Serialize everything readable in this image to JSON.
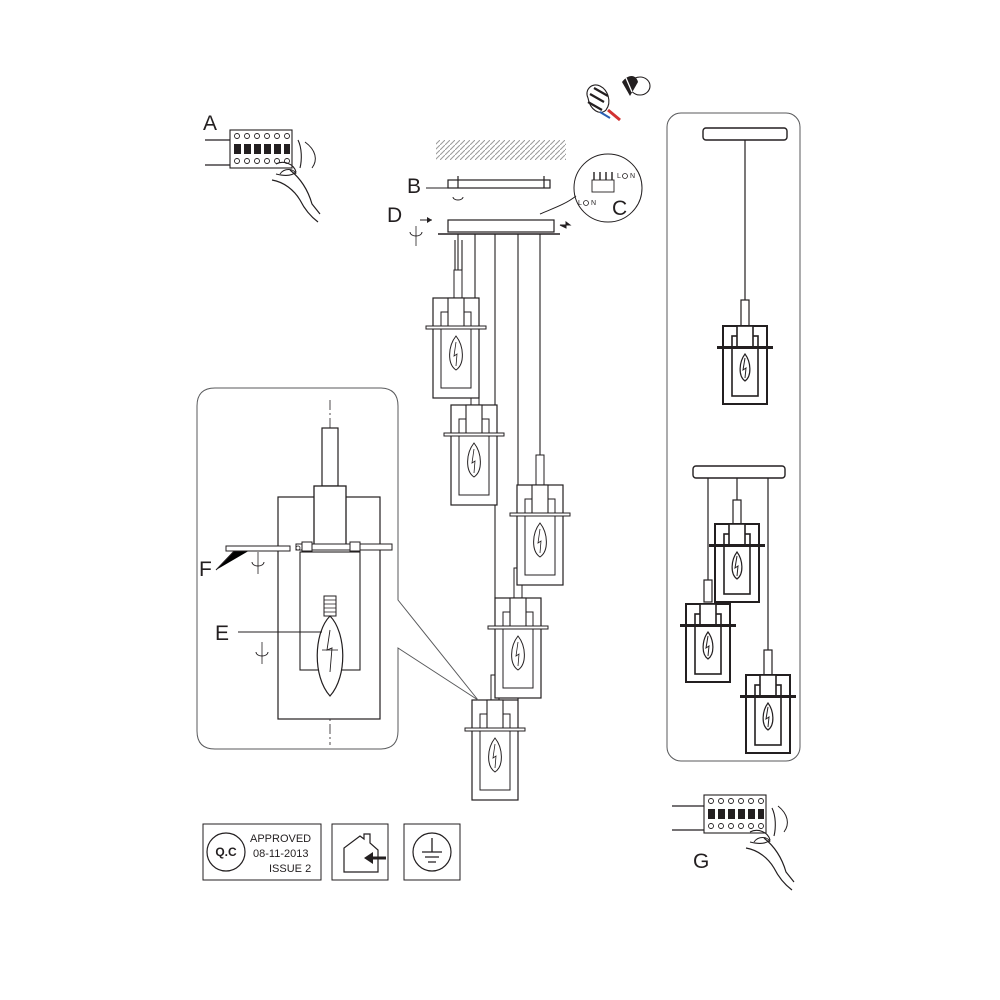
{
  "labels": {
    "a": "A",
    "b": "B",
    "c": "C",
    "d": "D",
    "e": "E",
    "f": "F",
    "g": "G"
  },
  "wiring": {
    "live": "L",
    "neutral": "N"
  },
  "qc_stamp": {
    "badge": "Q.C",
    "status": "APPROVED",
    "date": "08-11-2013",
    "issue": "ISSUE 2"
  },
  "symbols": {
    "indoor_use": "indoor-use-house-icon",
    "earth": "earth-ground-icon"
  },
  "colors": {
    "line": "#231f20",
    "box_border": "#58595b",
    "ceiling_hatch": "#b8b8b8",
    "wire_blue": "#2b5fb3",
    "wire_red": "#d23232"
  }
}
